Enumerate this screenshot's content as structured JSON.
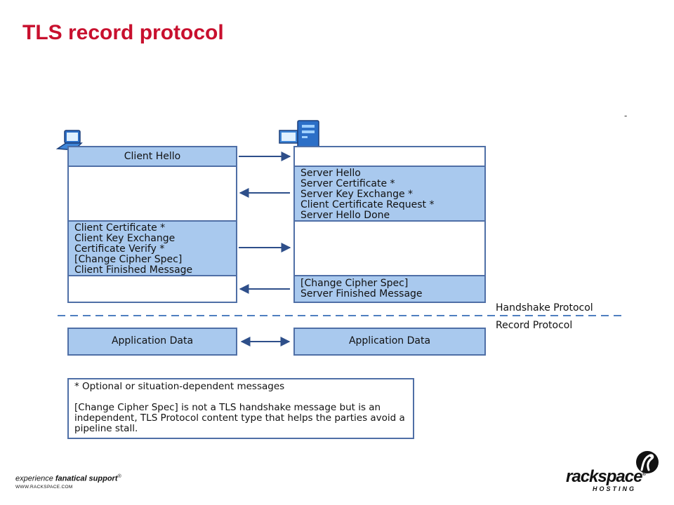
{
  "title": "TLS record protocol",
  "client": {
    "hello": "Client Hello",
    "messages": "Client Certificate *\nClient Key Exchange\nCertificate Verify *\n[Change Cipher Spec]\nClient Finished Message",
    "app_data": "Application Data"
  },
  "server": {
    "messages": "Server Hello\nServer Certificate *\nServer Key Exchange *\nClient Certificate Request *\nServer Hello Done",
    "finished": "[Change Cipher Spec]\nServer Finished Message",
    "app_data": "Application Data"
  },
  "protocols": {
    "handshake": "Handshake Protocol",
    "record": "Record Protocol"
  },
  "notes": {
    "optional": "* Optional or situation-dependent messages",
    "change_cipher": "[Change Cipher Spec] is not a TLS handshake message but is an independent, TLS Protocol content type that helps the parties avoid a pipeline stall."
  },
  "footer": {
    "tagline_prefix": "experience ",
    "tagline_bold": "fanatical support",
    "tagline_mark": "®",
    "website": "WWW.RACKSPACE.COM",
    "logo_word": "rackspace",
    "logo_sub": "HOSTING",
    "logo_mark": "®"
  },
  "colors": {
    "title": "#c8102e",
    "box_fill": "#a9c9ee",
    "box_border": "#4f6fa6",
    "arrow": "#2e4f8a",
    "dashed_line": "#4f7fc0"
  },
  "icons": [
    "laptop-icon",
    "server-icon",
    "rackspace-logo-icon"
  ]
}
